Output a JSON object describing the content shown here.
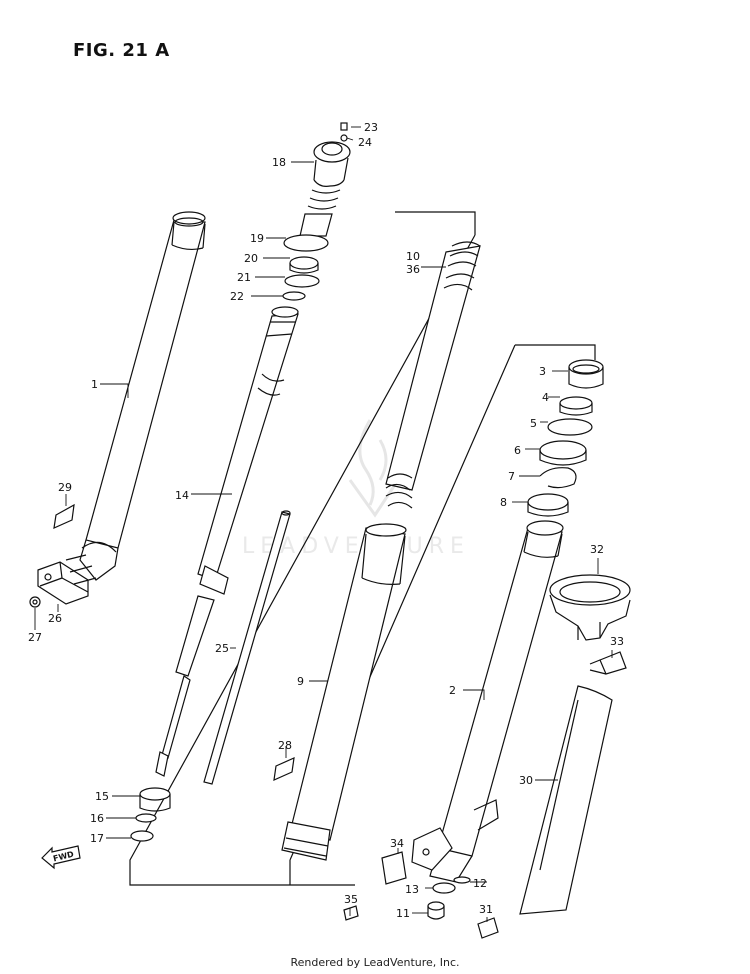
{
  "title": "FIG. 21 A",
  "footer": "Rendered by LeadVenture, Inc.",
  "watermark": "LEADVENTURE",
  "callouts": [
    "1",
    "2",
    "3",
    "4",
    "5",
    "6",
    "7",
    "8",
    "9",
    "10",
    "36",
    "11",
    "12",
    "13",
    "14",
    "15",
    "16",
    "17",
    "18",
    "19",
    "20",
    "21",
    "22",
    "23",
    "24",
    "25",
    "26",
    "27",
    "28",
    "29",
    "30",
    "31",
    "32",
    "33",
    "34",
    "35"
  ],
  "fwd_label": "FWD",
  "colors": {
    "ink": "#111111",
    "watermark": "#e8e8e8"
  }
}
